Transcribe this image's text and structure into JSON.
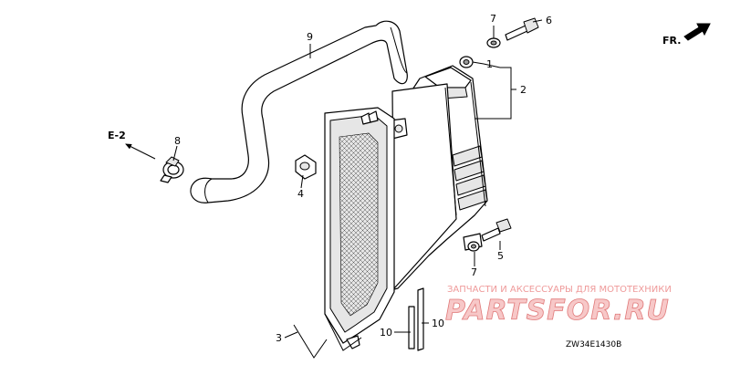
{
  "callouts": {
    "p1": "1",
    "p2": "2",
    "p3": "3",
    "p4": "4",
    "p5": "5",
    "p6": "6",
    "p7_top": "7",
    "p7_bottom": "7",
    "p8": "8",
    "p9": "9",
    "p10_left": "10",
    "p10_right": "10"
  },
  "references": {
    "section": "E-2",
    "front": "FR."
  },
  "drawing_code": "ZW34E1430B",
  "watermark": {
    "tagline": "ЗАПЧАСТИ И АКСЕССУАРЫ ДЛЯ МОТОТЕХНИКИ",
    "logo": "PARTSFOR.RU"
  }
}
